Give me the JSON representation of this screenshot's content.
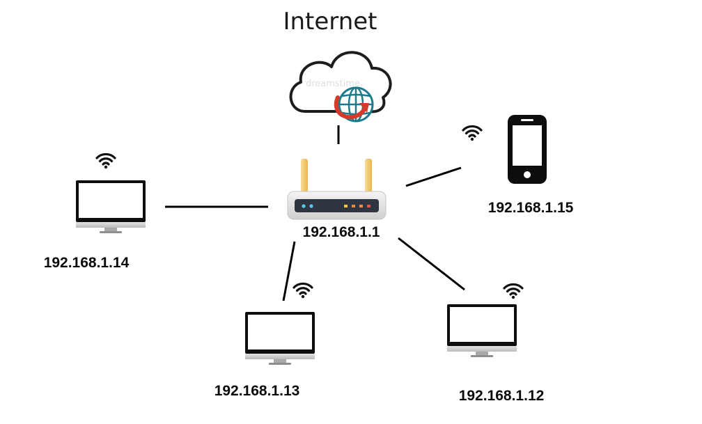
{
  "title": "Internet",
  "watermark": "dreamstime",
  "router": {
    "ip": "192.168.1.1"
  },
  "devices": [
    {
      "type": "desktop",
      "ip": "192.168.1.14"
    },
    {
      "type": "phone",
      "ip": "192.168.1.15"
    },
    {
      "type": "desktop",
      "ip": "192.168.1.13"
    },
    {
      "type": "desktop",
      "ip": "192.168.1.12"
    }
  ],
  "icons": {
    "cloud": "cloud-icon",
    "globe": "globe-icon",
    "router": "router-icon",
    "wifi": "wifi-icon",
    "desktop": "monitor-icon",
    "phone": "smartphone-icon"
  },
  "colors": {
    "line": "#000000",
    "antenna": "#f2c96a",
    "router_body": "#e6e6e6",
    "router_panel": "#2f3540",
    "globe": "#1c7a8a",
    "arrow": "#d63a2b",
    "led_blue": "#5ac8e8",
    "led_yellow": "#f5c542",
    "led_orange": "#f08a3c",
    "led_red": "#e8504a"
  }
}
